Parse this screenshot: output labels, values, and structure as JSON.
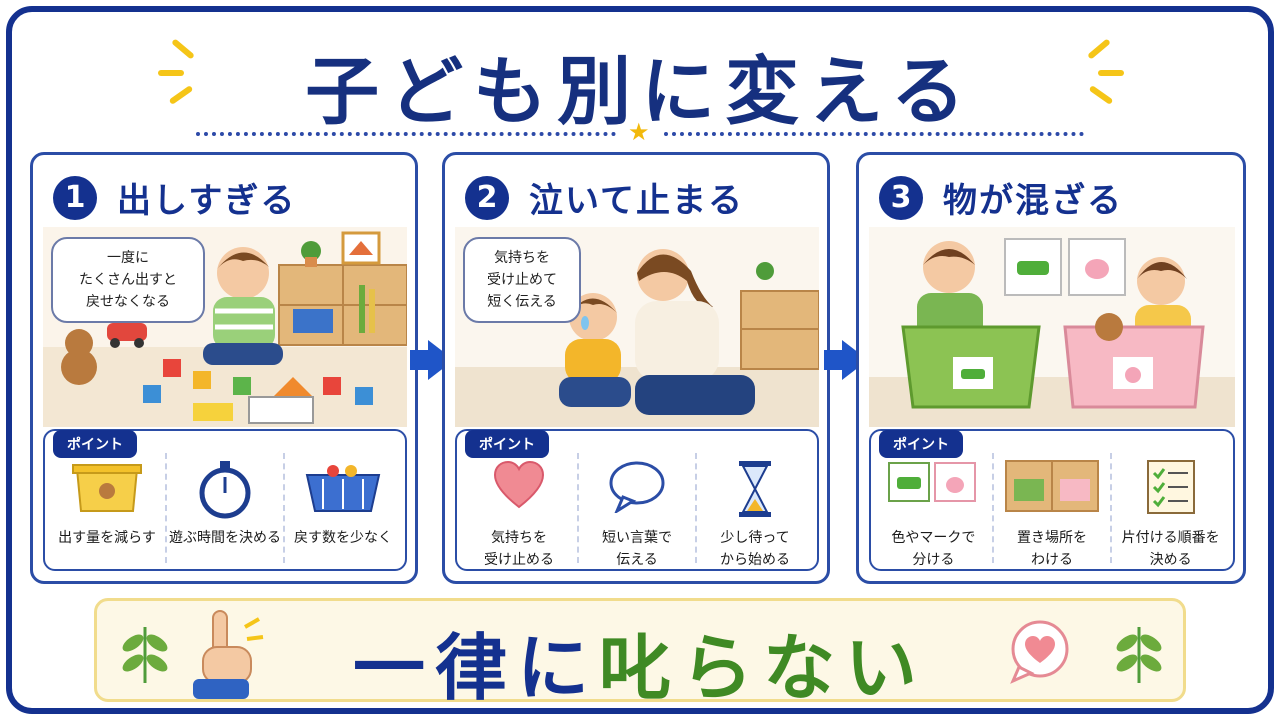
{
  "title": "子ども別に変える",
  "panels": [
    {
      "number": "1",
      "title": "出しすぎる",
      "bubble": [
        "一度に",
        "たくさん出すと",
        "戻せなくなる"
      ],
      "point_label": "ポイント",
      "points": [
        {
          "icon": "toy-box-icon",
          "text": [
            "出す量を減らす"
          ]
        },
        {
          "icon": "stopwatch-icon",
          "text": [
            "遊ぶ時間を決める"
          ]
        },
        {
          "icon": "basket-icon",
          "text": [
            "戻す数を少なく"
          ]
        }
      ]
    },
    {
      "number": "2",
      "title": "泣いて止まる",
      "bubble": [
        "気持ちを",
        "受け止めて",
        "短く伝える"
      ],
      "point_label": "ポイント",
      "points": [
        {
          "icon": "heart-icon",
          "text": [
            "気持ちを",
            "受け止める"
          ]
        },
        {
          "icon": "speech-bubble-icon",
          "text": [
            "短い言葉で",
            "伝える"
          ]
        },
        {
          "icon": "hourglass-icon",
          "text": [
            "少し待って",
            "から始める"
          ]
        }
      ]
    },
    {
      "number": "3",
      "title": "物が混ざる",
      "bubble": [],
      "point_label": "ポイント",
      "points": [
        {
          "icon": "car-rabbit-cards-icon",
          "text": [
            "色やマークで",
            "分ける"
          ]
        },
        {
          "icon": "shelf-icon",
          "text": [
            "置き場所を",
            "わける"
          ]
        },
        {
          "icon": "checklist-icon",
          "text": [
            "片付ける順番を",
            "決める"
          ]
        }
      ]
    }
  ],
  "banner": {
    "part1": "一律に",
    "part2": "叱らない"
  },
  "colors": {
    "navy": "#14318f",
    "green": "#3f8a24",
    "yellow": "#f5c518",
    "banner_bg": "#fdf8e6"
  }
}
